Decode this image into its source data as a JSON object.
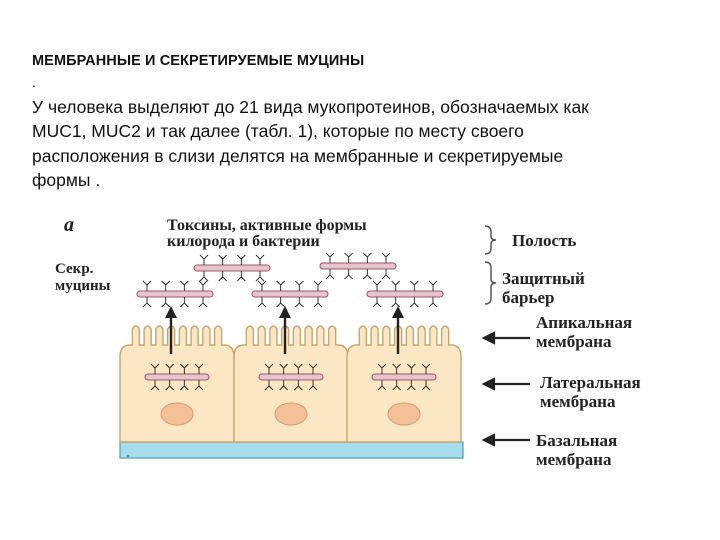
{
  "heading": {
    "title": "МЕМБРАННЫЕ И СЕКРЕТИРУЕМЫЕ МУЦИНЫ",
    "dot": "."
  },
  "paragraph": {
    "lines": [
      "У человека выделяют до 21 вида мукопротеинов, обозначаемых как",
      "MUC1, MUC2 и так далее (табл. 1), которые по месту своего",
      "расположения в слизи делятся на мембранные и секретируемые",
      "формы ."
    ]
  },
  "figure": {
    "panel_letter": "a",
    "top_label_line1": "Токсины, активные формы",
    "top_label_line2": "килорода и бактерии",
    "secr_label_line1": "Секр.",
    "secr_label_line2": "муцины",
    "right_labels": {
      "cavity": "Полость",
      "barrier_line1": "Защитный",
      "barrier_line2": "барьер",
      "apical_line1": "Апикальная",
      "apical_line2": "мембрана",
      "lateral_line1": "Латеральная",
      "lateral_line2": "мембрана",
      "basal_line1": "Базальная",
      "basal_line2": "мембрана"
    },
    "colors": {
      "cell_fill": "#fbe7c4",
      "cell_stroke": "#c9a56a",
      "nucleus": "#f4c09a",
      "mucin_fill": "#e8c4cf",
      "mucin_stroke": "#9a5a6a",
      "basal_fill": "#a8dcef",
      "basal_stroke": "#4a9ec0",
      "ink": "#222222"
    }
  }
}
